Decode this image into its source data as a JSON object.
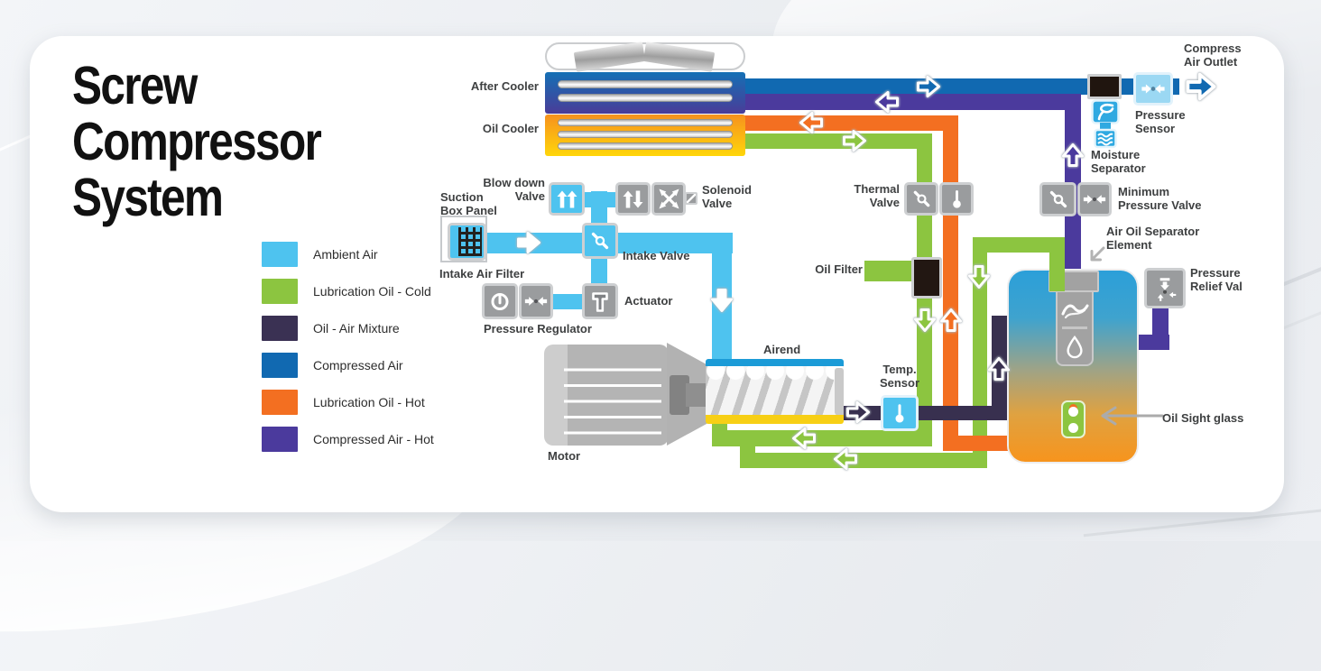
{
  "title": {
    "text": "Screw Compressor System",
    "lines": "Screw\nCompressor\nSystem"
  },
  "legend": {
    "items": [
      {
        "label": "Ambient Air",
        "color": "#4EC3EF"
      },
      {
        "label": "Lubrication Oil - Cold",
        "color": "#8CC540"
      },
      {
        "label": "Oil - Air Mixture",
        "color": "#3A3153"
      },
      {
        "label": "Compressed Air",
        "color": "#1169B1"
      },
      {
        "label": "Lubrication Oil - Hot",
        "color": "#F36F21"
      },
      {
        "label": "Compressed Air - Hot",
        "color": "#4B3A9D"
      }
    ]
  },
  "colors": {
    "ambient": "#4EC3EF",
    "oilcold": "#8CC540",
    "mixture": "#38304F",
    "compair": "#1169B1",
    "oilhot": "#F36F21",
    "comphot": "#4B3A9D",
    "boxfill": "#9A9C9E",
    "boxborder": "#CDCFD1",
    "coolerblue1": "#1470B5",
    "coolerblue2": "#4A3C98",
    "coolerorange1": "#F6911E",
    "coolerorange2": "#FFD60A"
  },
  "labels": {
    "after_cooler": "After Cooler",
    "oil_cooler": "Oil Cooler",
    "blow_down_valve": "Blow down\nValve",
    "suction_box_panel": "Suction\nBox Panel",
    "solenoid_valve": "Solenoid\nValve",
    "intake_valve": "Intake Valve",
    "intake_air_filter": "Intake Air Filter",
    "actuator": "Actuator",
    "pressure_regulator": "Pressure Regulator",
    "motor": "Motor",
    "airend": "Airend",
    "temp_sensor": "Temp.\nSensor",
    "oil_filter": "Oil Filter",
    "thermal_valve": "Thermal\nValve",
    "moisture_separator": "Moisture\nSeparator",
    "pressure_sensor": "Pressure\nSensor",
    "compress_air_outlet": "Compress\nAir Outlet",
    "minimum_pressure_valve": "Minimum\nPressure Valve",
    "air_oil_separator_element": "Air Oil Separator\nElement",
    "pressure_relief_valve": "Pressure\nRelief Val",
    "oil_sight_glass": "Oil Sight glass"
  },
  "icons": {
    "flow-arrow": "outlined block arrow",
    "valve": "diagonal bar with center circle",
    "thermometer": "stem with bulb",
    "double-up-arrows": "two up arrows",
    "up-down-arrows": "up and down arrows",
    "crossed-arrows": "X with arrowheads",
    "gauge": "open circle with needle",
    "inward-arrows-dot": "two arrows pointing at a dot",
    "t-actuator": "T shape",
    "relief": "capped down arrow with side arrows",
    "grid": "filter mesh",
    "swirl": "separator swirl",
    "droplet": "oil drop outline",
    "waves": "water waves"
  }
}
